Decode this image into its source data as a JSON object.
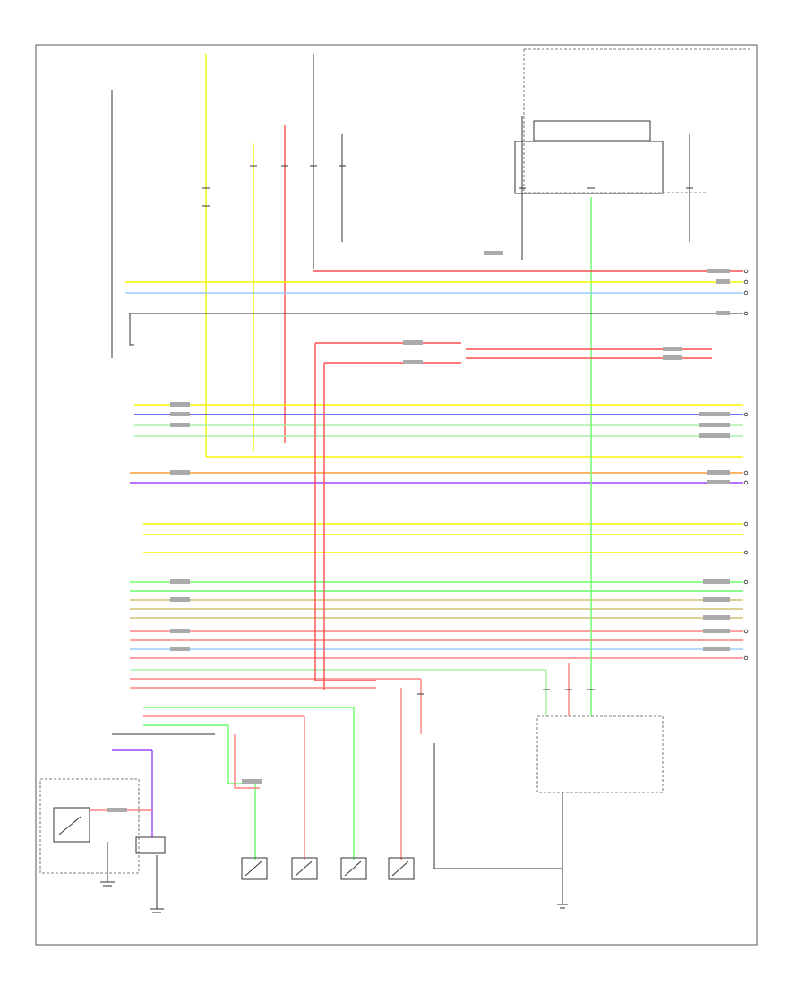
{
  "diagram": {
    "colors": {
      "frame": "#555555",
      "yellow": "#f5f500",
      "red": "#ff4d4d",
      "pink": "#ff8080",
      "blue": "#3f3fff",
      "light_blue": "#99ccff",
      "green": "#66ff66",
      "light_green": "#a8f0a8",
      "gray": "#bbbbbb",
      "orange": "#ff9a33",
      "purple": "#a040ff",
      "tan": "#d0c070",
      "black": "#333333"
    },
    "icons": [
      "switch-symbol",
      "relay-coil",
      "ground-symbol",
      "connector-pin"
    ]
  }
}
